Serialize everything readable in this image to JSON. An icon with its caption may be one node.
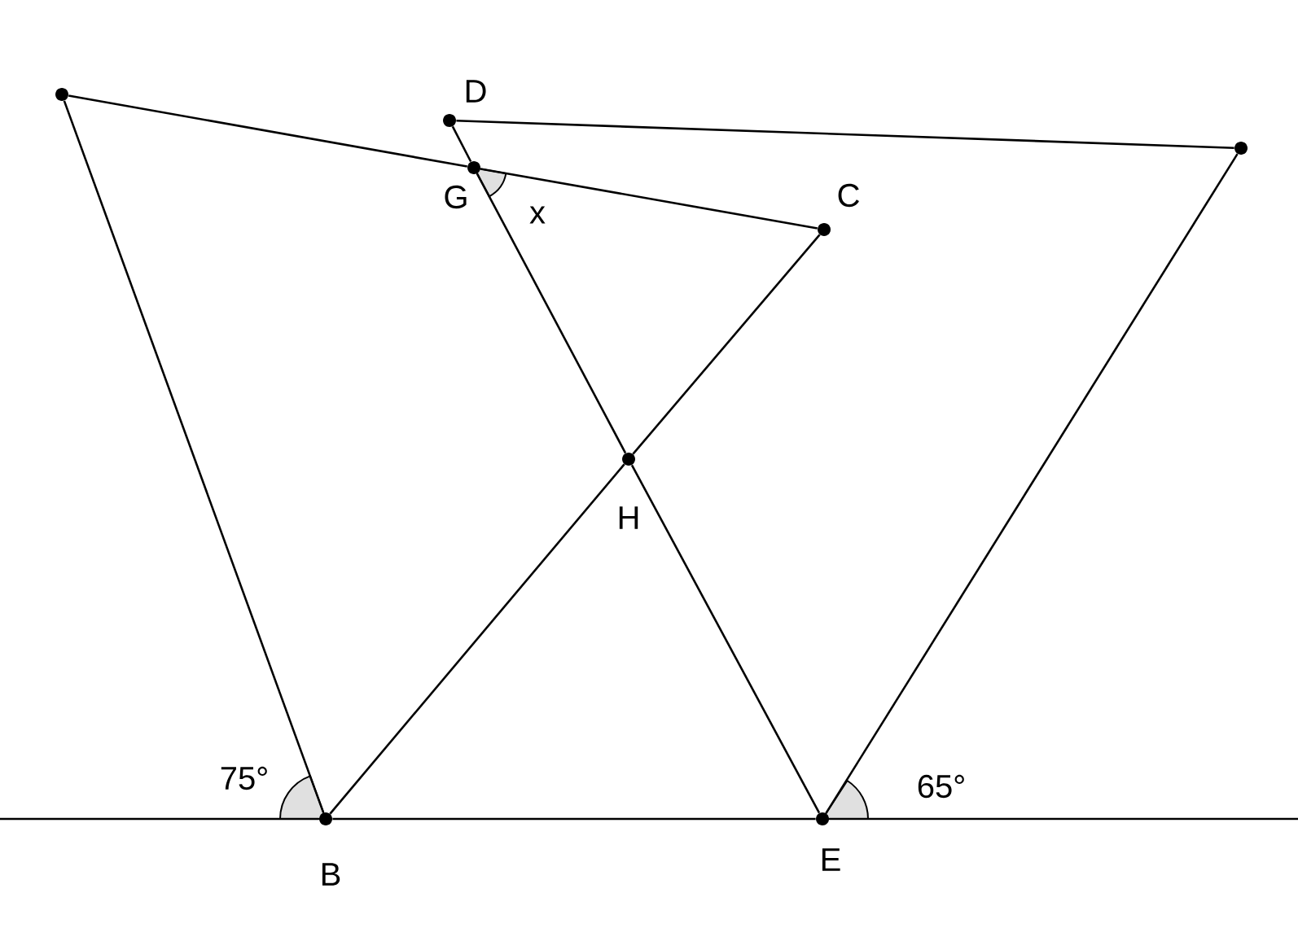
{
  "diagram": {
    "nodes": [
      {
        "text": [],
        "shape": "circle"
      },
      {
        "text": [
          "D"
        ]
      },
      {
        "text": [
          "G"
        ]
      },
      {
        "text": [
          "C"
        ]
      },
      {
        "text": [],
        "shape": "circle"
      },
      {
        "text": [
          "H"
        ]
      },
      {
        "text": [
          "B"
        ]
      },
      {
        "text": [
          "E"
        ]
      }
    ],
    "edges": [
      {
        "from": 0,
        "to": 6,
        "arrow": "none"
      },
      {
        "from": 0,
        "to": 2,
        "arrow": "none"
      },
      {
        "from": 2,
        "to": 3,
        "arrow": "none"
      },
      {
        "from": 1,
        "to": 4,
        "arrow": "none"
      },
      {
        "from": 1,
        "to": 2,
        "arrow": "none"
      },
      {
        "from": 2,
        "to": 5,
        "arrow": "none"
      },
      {
        "from": 5,
        "to": 7,
        "arrow": "none"
      },
      {
        "from": 3,
        "to": 5,
        "arrow": "none"
      },
      {
        "from": 5,
        "to": 6,
        "arrow": "none"
      },
      {
        "from": 4,
        "to": 7,
        "arrow": "none"
      },
      {
        "from": null,
        "to": 6,
        "arrow": "none"
      },
      {
        "from": 6,
        "to": 7,
        "arrow": "none"
      },
      {
        "from": 7,
        "to": null,
        "arrow": "none"
      }
    ],
    "labels": [
      "x",
      "75°",
      "65°"
    ]
  }
}
